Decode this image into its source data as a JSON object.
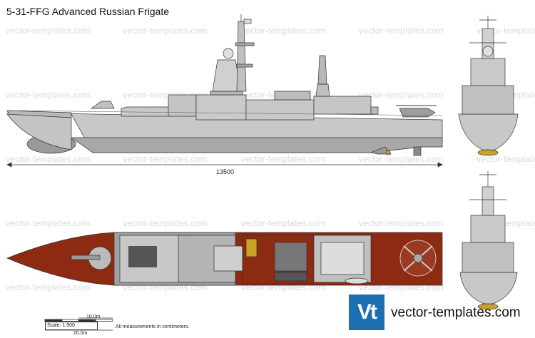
{
  "title": "5-31-FFG Advanced Russian Frigate",
  "watermark": "vector-templates.com",
  "length_label": "13500",
  "scale": {
    "ratio_label": "Scale: 1:500",
    "ten_label": "10.0m",
    "twenty_label": "20.0m"
  },
  "measure_note": "All measurements in centimeters.",
  "brand": {
    "logo_text": "Vt",
    "site": "vector-templates.com"
  },
  "colors": {
    "hull": "#c8c8c8",
    "deck_red": "#8c2a12",
    "logo_blue": "#1d6fb4",
    "waterline": "#a0a0a0"
  }
}
